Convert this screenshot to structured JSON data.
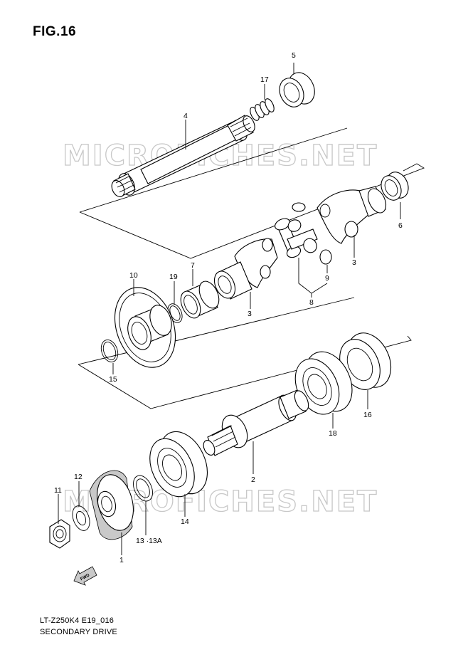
{
  "figure": {
    "title": "FIG.16",
    "model_code": "LT-Z250K4 E19_016",
    "subtitle": "SECONDARY DRIVE"
  },
  "watermarks": [
    "MICROFICHES.NET",
    "MICROFICHES.NET"
  ],
  "fwd_badge": "FWD",
  "callouts": {
    "p1": "1",
    "p2": "2",
    "p3a": "3",
    "p3b": "3",
    "p4": "4",
    "p5": "5",
    "p6": "6",
    "p7": "7",
    "p8": "8",
    "p9": "9",
    "p10": "10",
    "p11": "11",
    "p12": "12",
    "p13": "13 ·13A",
    "p14": "14",
    "p15": "15",
    "p16": "16",
    "p17": "17",
    "p18": "18",
    "p19": "19"
  }
}
